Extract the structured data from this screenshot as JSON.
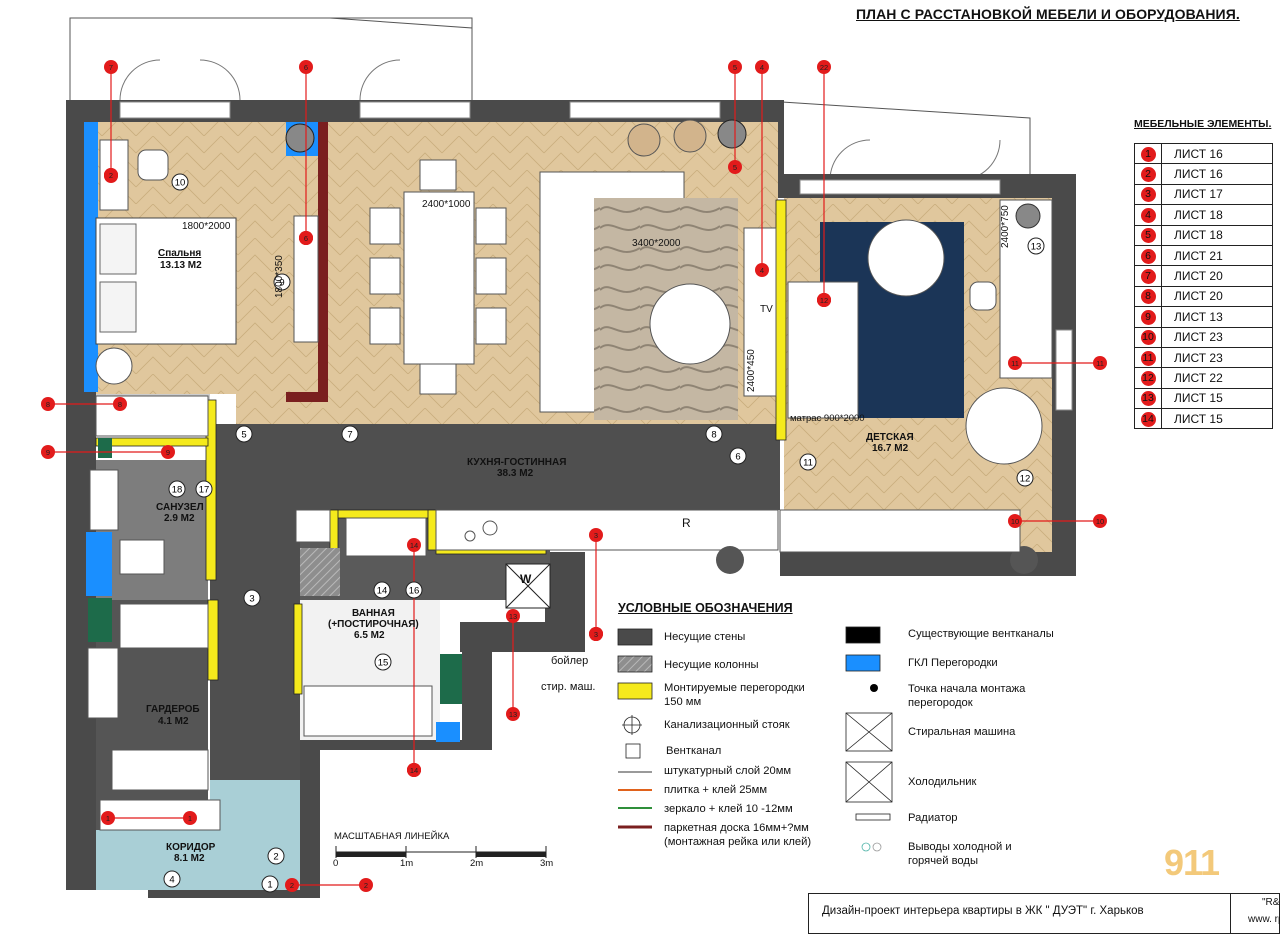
{
  "title": "ПЛАН С РАССТАНОВКОЙ МЕБЕЛИ И ОБОРУДОВАНИЯ.",
  "rooms": [
    {
      "name": "Спальня",
      "area": "13.13 М2"
    },
    {
      "name": "КУХНЯ-ГОСТИННАЯ",
      "area": "38.3 М2"
    },
    {
      "name": "ДЕТСКАЯ",
      "area": "16.7 М2"
    },
    {
      "name": "САНУЗЕЛ",
      "area": "2.9 М2"
    },
    {
      "name": "ВАННАЯ",
      "name2": "(+ПОСТИРОЧНАЯ)",
      "area": "6.5 М2"
    },
    {
      "name": "ГАРДЕРОБ",
      "area": "4.1 М2"
    },
    {
      "name": "КОРИДОР",
      "area": "8.1 М2"
    }
  ],
  "dimensions": {
    "bed": "1800*2000",
    "dining_table": "2400*1000",
    "rug_living": "3400*2000",
    "wardrobe": "1800*350",
    "tv_unit": "2400*450",
    "kids_mattress": "матрас 900*2000",
    "kids_wardrobe": "2400*750",
    "tv": "TV"
  },
  "annotations": {
    "boiler": "бойлер",
    "washer": "стир. маш.",
    "washer_symbol": "W",
    "fridge_symbol": "R"
  },
  "furniture_legend": {
    "title": "МЕБЕЛЬНЫЕ ЭЛЕМЕНТЫ.",
    "items": [
      {
        "num": "1",
        "sheet": "ЛИСТ 16"
      },
      {
        "num": "2",
        "sheet": "ЛИСТ 16"
      },
      {
        "num": "3",
        "sheet": "ЛИСТ 17"
      },
      {
        "num": "4",
        "sheet": "ЛИСТ 18"
      },
      {
        "num": "5",
        "sheet": "ЛИСТ 18"
      },
      {
        "num": "6",
        "sheet": "ЛИСТ 21"
      },
      {
        "num": "7",
        "sheet": "ЛИСТ 20"
      },
      {
        "num": "8",
        "sheet": "ЛИСТ 20"
      },
      {
        "num": "9",
        "sheet": "ЛИСТ 13"
      },
      {
        "num": "10",
        "sheet": "ЛИСТ 23"
      },
      {
        "num": "11",
        "sheet": "ЛИСТ 23"
      },
      {
        "num": "12",
        "sheet": "ЛИСТ 22"
      },
      {
        "num": "13",
        "sheet": "ЛИСТ 15"
      },
      {
        "num": "14",
        "sheet": "ЛИСТ 15"
      }
    ]
  },
  "legend": {
    "title": "УСЛОВНЫЕ ОБОЗНАЧЕНИЯ",
    "left": [
      {
        "label": "Несущие стены",
        "symbol": "bearing-walls"
      },
      {
        "label": "Несущие колонны",
        "symbol": "bearing-columns"
      },
      {
        "label": "Монтируемые перегородки",
        "label2": "150 мм",
        "symbol": "new-partitions"
      },
      {
        "label": "Канализационный стояк",
        "symbol": "sewer-riser"
      },
      {
        "label": "Вентканал",
        "symbol": "vent-duct"
      },
      {
        "label": "штукатурный слой 20мм",
        "symbol": "plaster-line"
      },
      {
        "label": "плитка + клей 25мм",
        "symbol": "tile-line"
      },
      {
        "label": "зеркало + клей 10 -12мм",
        "symbol": "mirror-line"
      },
      {
        "label": "паркетная доска   16мм+?мм",
        "label2": "(монтажная рейка или клей)",
        "symbol": "parquet-line"
      }
    ],
    "right": [
      {
        "label": "Существующие вентканалы",
        "symbol": "existing-vents"
      },
      {
        "label": "ГКЛ Перегородки",
        "symbol": "drywall"
      },
      {
        "label": "Точка начала монтажа",
        "label2": "перегородок",
        "symbol": "start-point"
      },
      {
        "label": "Стиральная машина",
        "symbol": "washing-machine"
      },
      {
        "label": "Холодильник",
        "symbol": "fridge"
      },
      {
        "label": "Радиатор",
        "symbol": "radiator"
      },
      {
        "label": "Выводы холодной и",
        "label2": "горячей воды",
        "symbol": "water-outlets"
      }
    ],
    "colors": {
      "wall": "#4a4a4a",
      "partition": "#f5ea1c",
      "drywall": "#1a8fff",
      "marker": "#e21b1b",
      "parquet": "#e0c79d",
      "kids_rug": "#1b3557",
      "corridor": "#a9cfd6",
      "tile_dark": "#5a5a5a"
    }
  },
  "scale": {
    "title": "МАСШТАБНАЯ ЛИНЕЙКА",
    "labels": [
      "0",
      "1m",
      "2m",
      "3m"
    ]
  },
  "logo": "911",
  "title_block": {
    "text": "Дизайн-проект интерьера квартиры в ЖК \" ДУЭТ\" г. Харьков",
    "right_top": "\"R&",
    "right_bottom": "www. rp"
  },
  "markers": [
    {
      "num": "7"
    },
    {
      "num": "6"
    },
    {
      "num": "5"
    },
    {
      "num": "4"
    },
    {
      "num": "22"
    },
    {
      "num": "2"
    },
    {
      "num": "6"
    },
    {
      "num": "8"
    },
    {
      "num": "9"
    },
    {
      "num": "14"
    },
    {
      "num": "3"
    },
    {
      "num": "13"
    },
    {
      "num": "3"
    },
    {
      "num": "14"
    },
    {
      "num": "1"
    },
    {
      "num": "2"
    },
    {
      "num": "10"
    },
    {
      "num": "11"
    },
    {
      "num": "12"
    }
  ],
  "circle_tags": [
    "10",
    "9",
    "5",
    "7",
    "8",
    "6",
    "11",
    "3",
    "2",
    "14",
    "15",
    "16",
    "18",
    "17",
    "4",
    "1",
    "12",
    "13"
  ]
}
